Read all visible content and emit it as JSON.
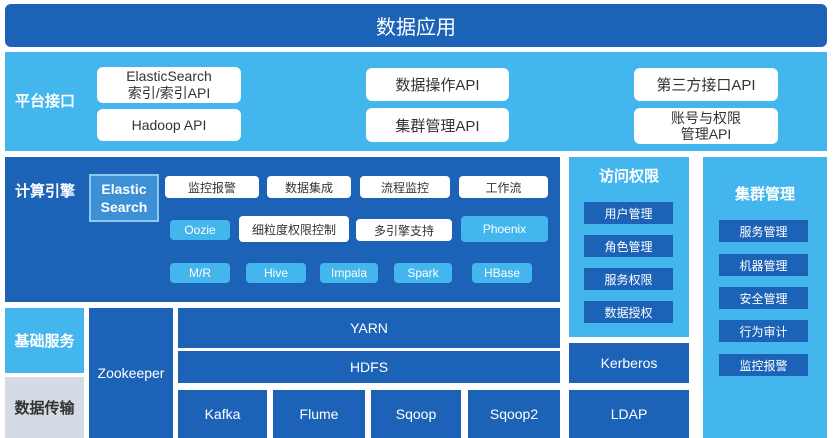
{
  "top": "数据应用",
  "platform": {
    "label": "平台接口",
    "items": [
      "ElasticSearch\n索引/索引API",
      "Hadoop API",
      "数据操作API",
      "集群管理API",
      "第三方接口API",
      "账号与权限\n管理API"
    ]
  },
  "compute": {
    "label": "计算引擎",
    "elastic": "Elastic\nSearch",
    "row1": [
      "监控报警",
      "数据集成",
      "流程监控",
      "工作流"
    ],
    "row2": [
      "Oozie",
      "细粒度权限控制",
      "多引擎支持",
      "Phoenix"
    ],
    "row3": [
      "M/R",
      "Hive",
      "Impala",
      "Spark",
      "HBase"
    ]
  },
  "access": {
    "title": "访问权限",
    "items": [
      "用户管理",
      "角色管理",
      "服务权限",
      "数据授权"
    ]
  },
  "cluster": {
    "title": "集群管理",
    "items": [
      "服务管理",
      "机器管理",
      "安全管理",
      "行为审计",
      "监控报警"
    ]
  },
  "base": {
    "label1": "基础服务",
    "label2": "数据传输",
    "zookeeper": "Zookeeper",
    "yarn": "YARN",
    "hdfs": "HDFS",
    "transfer": [
      "Kafka",
      "Flume",
      "Sqoop",
      "Sqoop2"
    ],
    "kerberos": "Kerberos",
    "ldap": "LDAP"
  },
  "colors": {
    "dark": "#1c63b8",
    "light": "#44b6ee",
    "mid": "#4fa9e6",
    "grey": "#d4dbe4"
  }
}
